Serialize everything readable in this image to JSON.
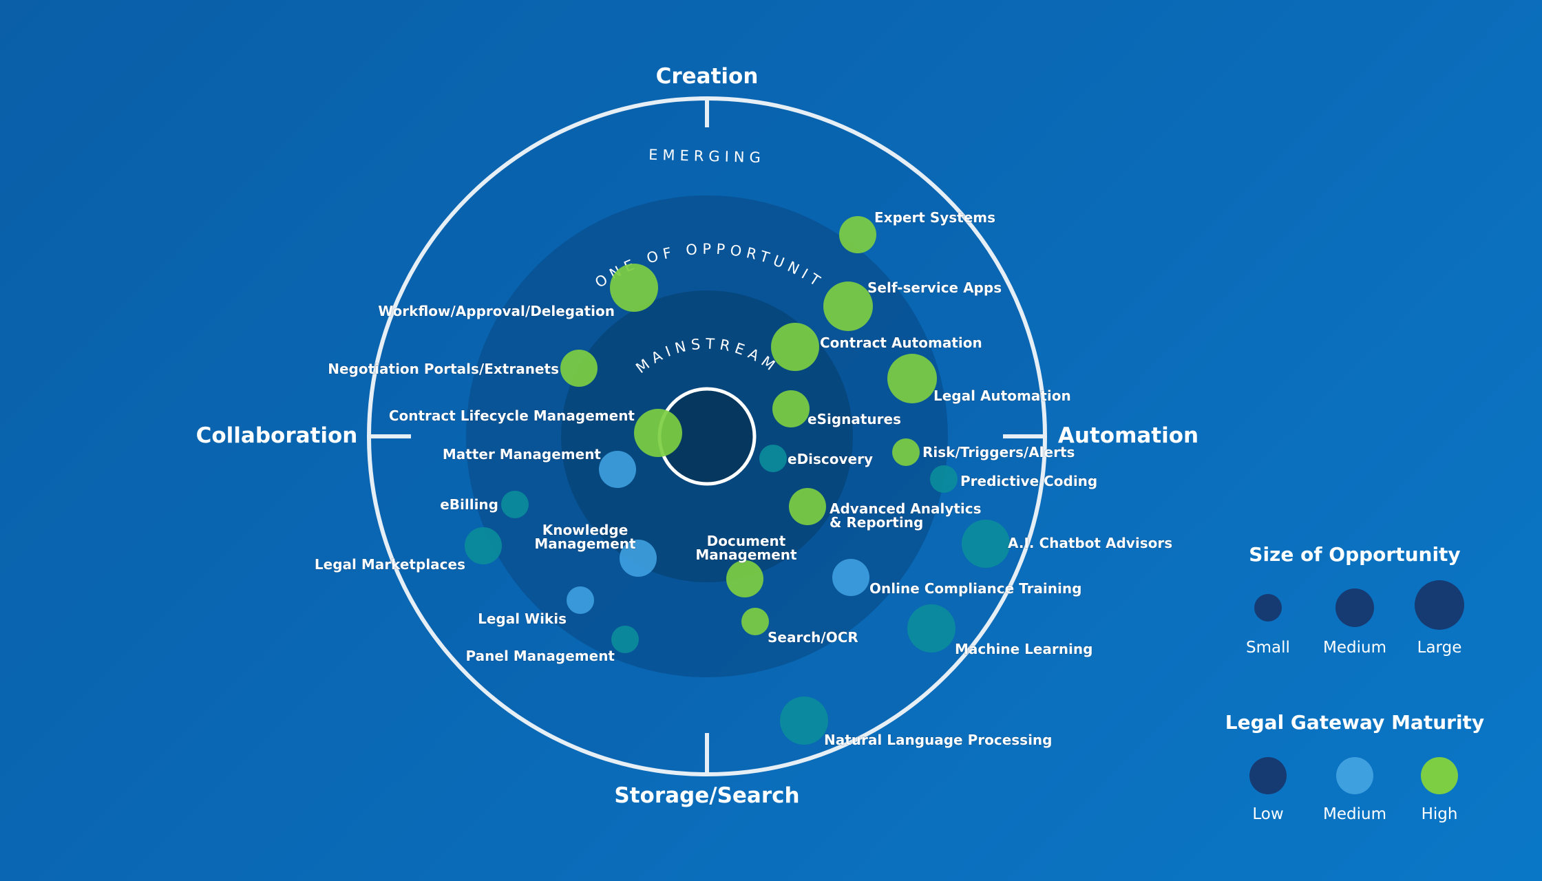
{
  "axes": {
    "top": "Creation",
    "left": "Collaboration",
    "right": "Automation",
    "bottom": "Storage/Search"
  },
  "zones": {
    "outer": "EMERGING",
    "middle": "ZONE OF OPPORTUNITY",
    "inner": "MAINSTREAM"
  },
  "colors": {
    "low": "#1b3f7a",
    "medium": "#3fa0e0",
    "high": "#7dce42",
    "teal": "#0b8d9b"
  },
  "technologies": [
    {
      "name": "expert-systems",
      "label": [
        "Expert Systems"
      ],
      "maturity": "high",
      "size": "medium"
    },
    {
      "name": "self-service-apps",
      "label": [
        "Self-service Apps"
      ],
      "maturity": "high",
      "size": "large"
    },
    {
      "name": "contract-automation",
      "label": [
        "Contract Automation"
      ],
      "maturity": "high",
      "size": "large"
    },
    {
      "name": "legal-automation",
      "label": [
        "Legal Automation"
      ],
      "maturity": "high",
      "size": "large"
    },
    {
      "name": "esignatures",
      "label": [
        "eSignatures"
      ],
      "maturity": "high",
      "size": "medium"
    },
    {
      "name": "ediscovery",
      "label": [
        "eDiscovery"
      ],
      "maturity": "teal",
      "size": "small"
    },
    {
      "name": "risk-triggers-alerts",
      "label": [
        "Risk/Triggers/Alerts"
      ],
      "maturity": "high",
      "size": "small"
    },
    {
      "name": "predictive-coding",
      "label": [
        "Predictive Coding"
      ],
      "maturity": "teal",
      "size": "small"
    },
    {
      "name": "advanced-analytics",
      "label": [
        "Advanced Analytics",
        "& Reporting"
      ],
      "maturity": "high",
      "size": "medium"
    },
    {
      "name": "ai-chatbot-advisors",
      "label": [
        "A.I. Chatbot Advisors"
      ],
      "maturity": "teal",
      "size": "large"
    },
    {
      "name": "online-compliance-training",
      "label": [
        "Online Compliance Training"
      ],
      "maturity": "medium",
      "size": "medium"
    },
    {
      "name": "machine-learning",
      "label": [
        "Machine Learning"
      ],
      "maturity": "teal",
      "size": "large"
    },
    {
      "name": "natural-language-processing",
      "label": [
        "Natural Language Processing"
      ],
      "maturity": "teal",
      "size": "large"
    },
    {
      "name": "search-ocr",
      "label": [
        "Search/OCR"
      ],
      "maturity": "high",
      "size": "small"
    },
    {
      "name": "document-management",
      "label": [
        "Document",
        "Management"
      ],
      "maturity": "high",
      "size": "medium"
    },
    {
      "name": "workflow-approval-delegation",
      "label": [
        "Workflow/Approval/Delegation"
      ],
      "maturity": "high",
      "size": "large"
    },
    {
      "name": "negotiation-portals",
      "label": [
        "Negotiation Portals/Extranets"
      ],
      "maturity": "high",
      "size": "medium"
    },
    {
      "name": "contract-lifecycle-management",
      "label": [
        "Contract Lifecycle Management"
      ],
      "maturity": "high",
      "size": "large"
    },
    {
      "name": "matter-management",
      "label": [
        "Matter Management"
      ],
      "maturity": "medium",
      "size": "medium"
    },
    {
      "name": "ebilling",
      "label": [
        "eBilling"
      ],
      "maturity": "teal",
      "size": "small"
    },
    {
      "name": "legal-marketplaces",
      "label": [
        "Legal Marketplaces"
      ],
      "maturity": "teal",
      "size": "medium"
    },
    {
      "name": "knowledge-management",
      "label": [
        "Knowledge",
        "Management"
      ],
      "maturity": "medium",
      "size": "medium"
    },
    {
      "name": "legal-wikis",
      "label": [
        "Legal Wikis"
      ],
      "maturity": "medium",
      "size": "small"
    },
    {
      "name": "panel-management",
      "label": [
        "Panel Management"
      ],
      "maturity": "teal",
      "size": "small"
    }
  ],
  "legend": {
    "size_title": "Size of Opportunity",
    "size_items": [
      "Small",
      "Medium",
      "Large"
    ],
    "maturity_title": "Legal Gateway Maturity",
    "maturity_items": [
      "Low",
      "Medium",
      "High"
    ]
  }
}
